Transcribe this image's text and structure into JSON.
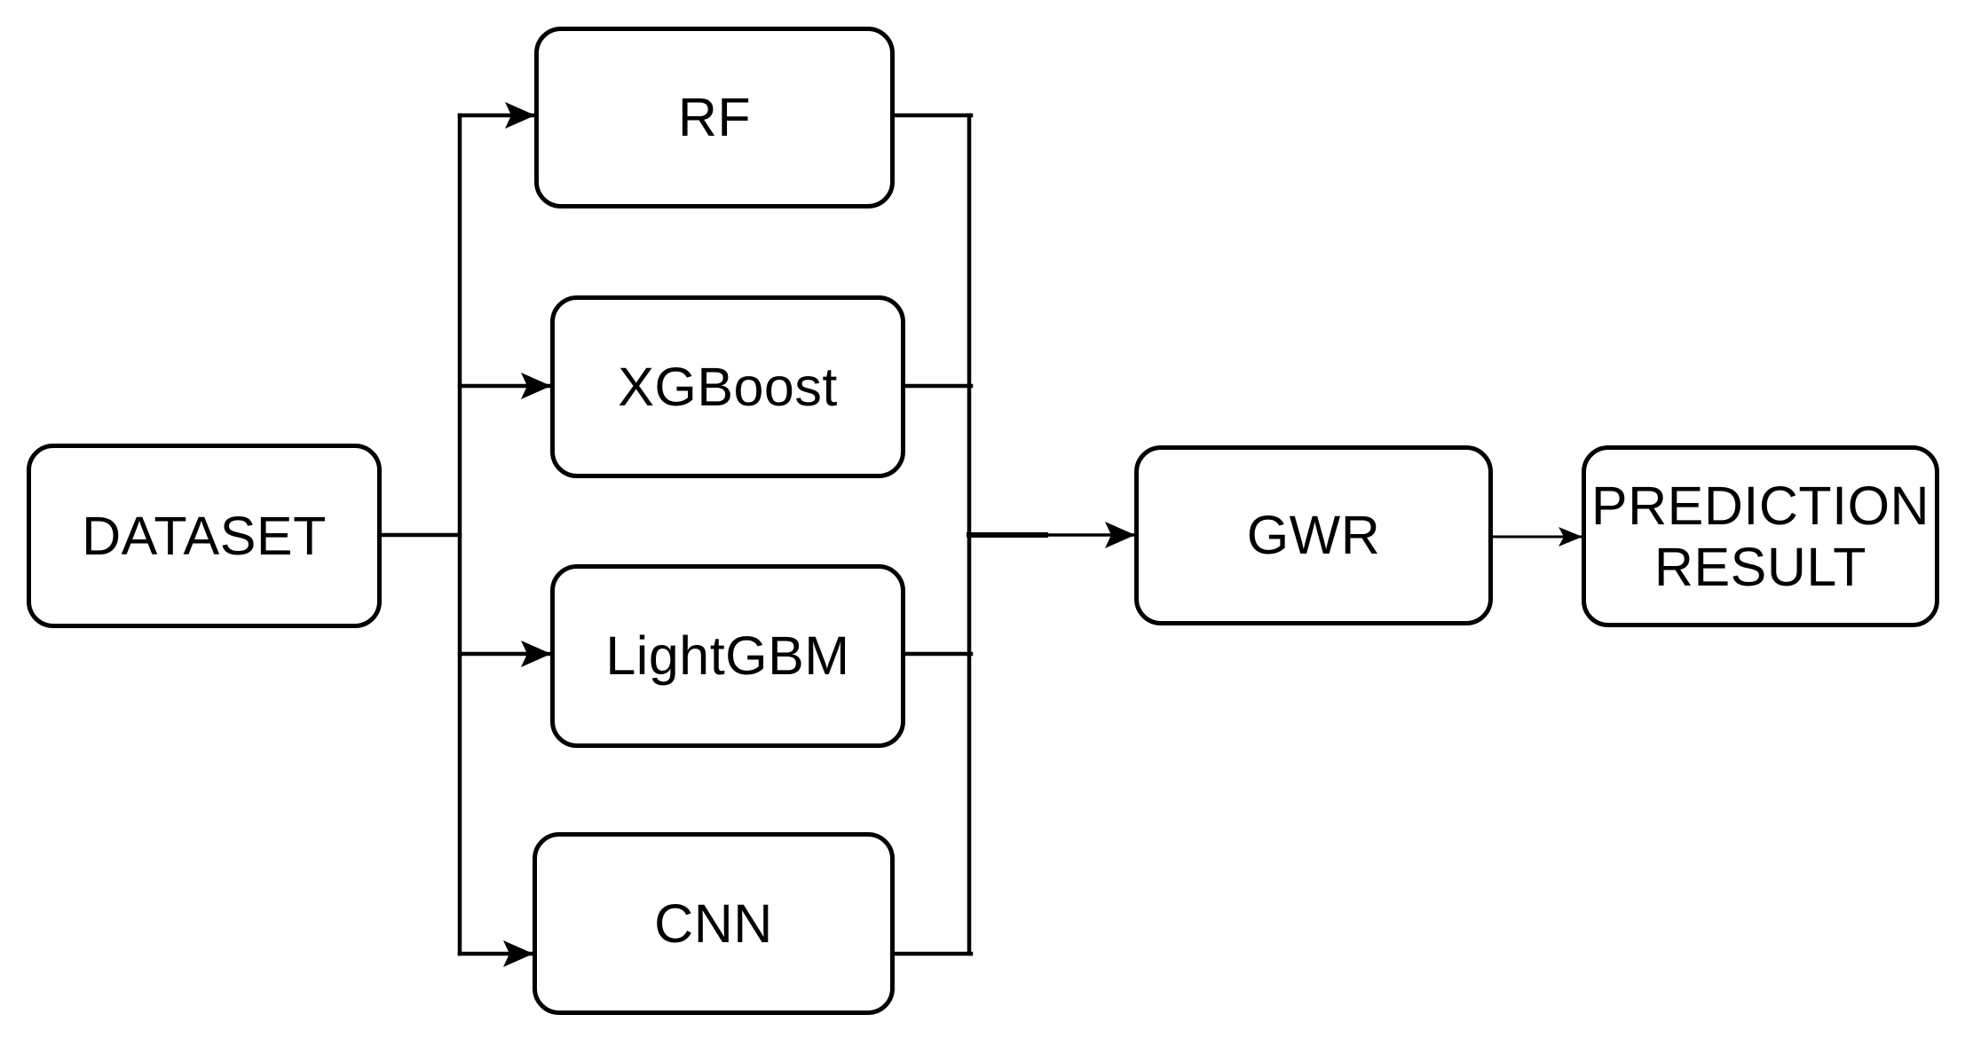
{
  "diagram": {
    "type": "flowchart",
    "background_color": "#ffffff",
    "stroke_color": "#000000",
    "node_fill_color": "#ffffff",
    "nodes": {
      "dataset": {
        "label": "DATASET"
      },
      "rf": {
        "label": "RF"
      },
      "xgboost": {
        "label": "XGBoost"
      },
      "lightgbm": {
        "label": "LightGBM"
      },
      "cnn": {
        "label": "CNN"
      },
      "gwr": {
        "label": "GWR"
      },
      "prediction_result": {
        "label": "PREDICTION RESULT"
      }
    },
    "edges": [
      {
        "from": "DATASET",
        "to": "RF"
      },
      {
        "from": "DATASET",
        "to": "XGBoost"
      },
      {
        "from": "DATASET",
        "to": "LightGBM"
      },
      {
        "from": "DATASET",
        "to": "CNN"
      },
      {
        "from": "RF",
        "to": "GWR"
      },
      {
        "from": "XGBoost",
        "to": "GWR"
      },
      {
        "from": "LightGBM",
        "to": "GWR"
      },
      {
        "from": "CNN",
        "to": "GWR"
      },
      {
        "from": "GWR",
        "to": "PREDICTION RESULT"
      }
    ]
  }
}
